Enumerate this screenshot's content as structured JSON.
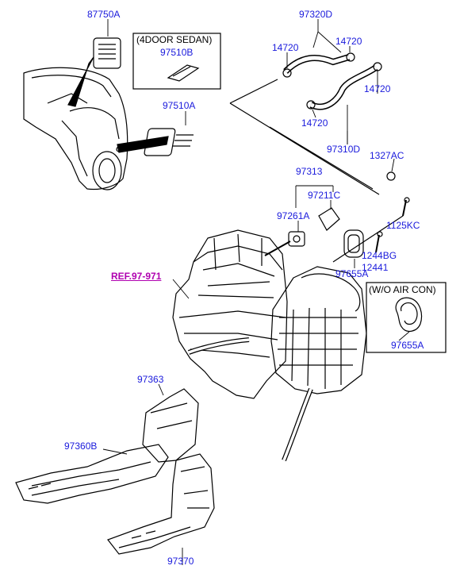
{
  "labels": {
    "p87750A": "87750A",
    "p97320D": "97320D",
    "p14720_a": "14720",
    "p14720_b": "14720",
    "p14720_c": "14720",
    "p14720_d": "14720",
    "p97510B": "97510B",
    "p97510A": "97510A",
    "p97310D": "97310D",
    "p1327AC": "1327AC",
    "p97313": "97313",
    "p97211C": "97211C",
    "p97261A": "97261A",
    "p1125KC": "1125KC",
    "p1244BG": "1244BG",
    "p12441": "12441",
    "p97655A_a": "97655A",
    "p97655A_b": "97655A",
    "p97363": "97363",
    "p97360B": "97360B",
    "p97370": "97370"
  },
  "ref_link": "REF.97-971",
  "boxes": {
    "sedan": "(4DOOR SEDAN)",
    "no_aircon": "(W/O AIR CON)"
  },
  "colors": {
    "label": "#1a1adc",
    "ref": "#b000b0",
    "line": "#000000"
  }
}
